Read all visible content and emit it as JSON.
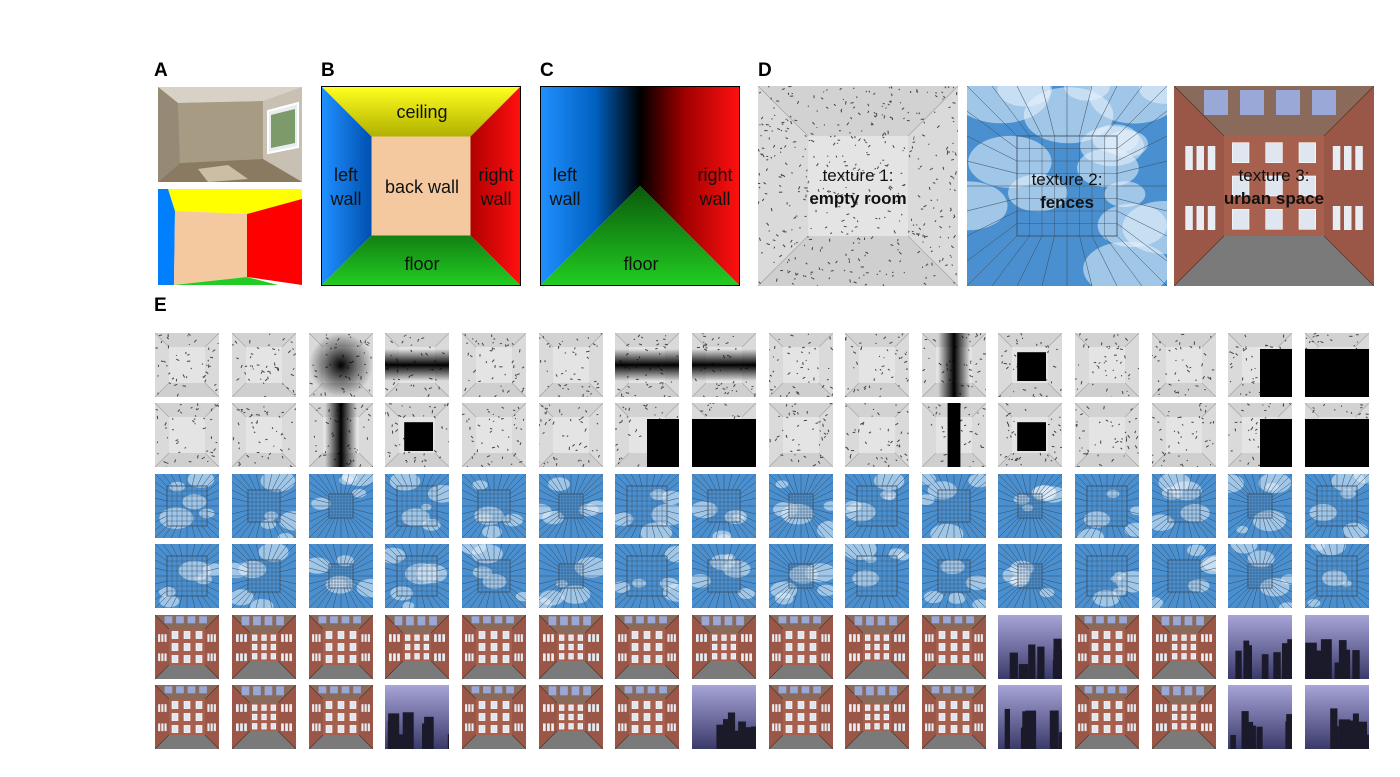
{
  "panels": {
    "A": "A",
    "B": "B",
    "C": "C",
    "D": "D",
    "E": "E"
  },
  "panel_b": {
    "ceiling": "ceiling",
    "left_wall": [
      "left",
      "wall"
    ],
    "back_wall": "back wall",
    "right_wall": [
      "right",
      "wall"
    ],
    "floor": "floor"
  },
  "panel_c": {
    "left_wall": [
      "left",
      "wall"
    ],
    "right_wall": [
      "right",
      "wall"
    ],
    "floor": "floor"
  },
  "textures": [
    {
      "line1": "texture 1:",
      "line2": "empty room",
      "style": "speckle"
    },
    {
      "line1": "texture 2:",
      "line2": "fences",
      "style": "sky"
    },
    {
      "line1": "texture 3:",
      "line2": "urban space",
      "style": "brick"
    }
  ],
  "colors": {
    "ceiling": "#ffff00",
    "left_wall": "#0080ff",
    "back_wall": "#f5c9a0",
    "right_wall": "#ff0000",
    "floor": "#22aa22"
  }
}
